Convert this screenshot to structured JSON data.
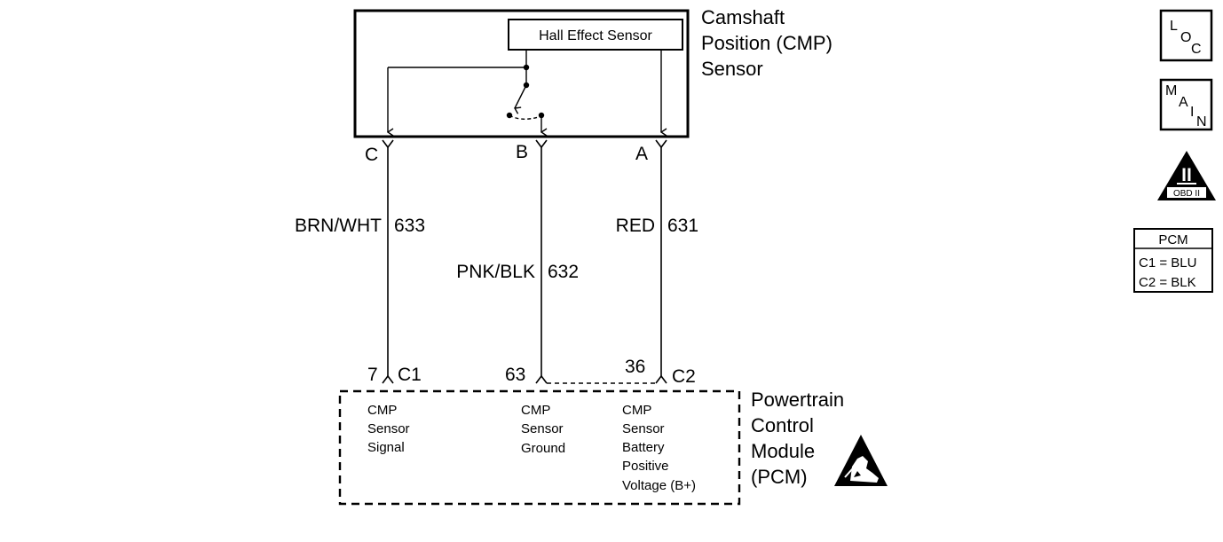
{
  "cmp_sensor": {
    "title_lines": [
      "Camshaft",
      "Position (CMP)",
      "Sensor"
    ],
    "hall_effect_label": "Hall Effect Sensor",
    "pins": {
      "c": "C",
      "b": "B",
      "a": "A"
    }
  },
  "wires": {
    "c": {
      "color": "BRN/WHT",
      "circuit": "633"
    },
    "b": {
      "color": "PNK/BLK",
      "circuit": "632"
    },
    "a": {
      "color": "RED",
      "circuit": "631"
    }
  },
  "pcm_pins": {
    "c": {
      "pin": "7",
      "connector": "C1"
    },
    "b": {
      "pin": "63"
    },
    "a": {
      "pin": "36",
      "connector": "C2"
    }
  },
  "pcm": {
    "title_lines": [
      "Powertrain",
      "Control",
      "Module",
      "(PCM)"
    ],
    "signal_lines": [
      "CMP",
      "Sensor",
      "Signal"
    ],
    "ground_lines": [
      "CMP",
      "Sensor",
      "Ground"
    ],
    "bplus_lines": [
      "CMP",
      "Sensor",
      "Battery",
      "Positive",
      "Voltage (B+)"
    ]
  },
  "side_icons": {
    "loc": {
      "l": "L",
      "o": "O",
      "c": "C"
    },
    "main": {
      "m": "M",
      "a": "A",
      "i": "I",
      "n": "N"
    },
    "obd": {
      "numeral": "II",
      "label": "OBD II"
    },
    "esd_icon": "esd-warning-icon"
  },
  "pcm_legend": {
    "title": "PCM",
    "rows": [
      "C1 = BLU",
      "C2 = BLK"
    ]
  }
}
